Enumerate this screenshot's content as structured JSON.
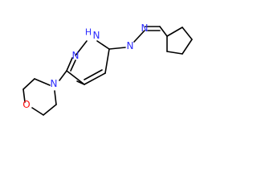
{
  "atoms": {
    "pyridazine_n_top": "N",
    "pyridazine_nh_h": "H",
    "pyridazine_nh_n": "N",
    "hydrazone_n1": "N",
    "hydrazone_n2": "N",
    "morpholine_n": "N",
    "morpholine_o": "O"
  },
  "colors": {
    "nitrogen": "#2d2dff",
    "oxygen": "#ff0d0d",
    "bond": "#000000",
    "background": "#ffffff"
  }
}
